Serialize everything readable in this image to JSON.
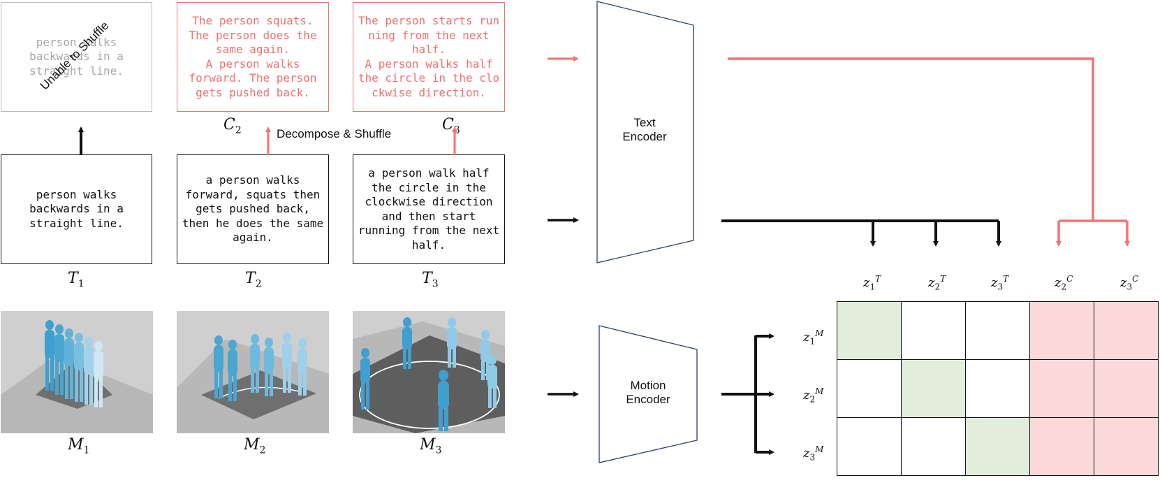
{
  "text_inputs": [
    {
      "label": "T",
      "sub": "1",
      "text": "person walks\nbackwards in a\nstraight line."
    },
    {
      "label": "T",
      "sub": "2",
      "text": "a person walks\nforward, squats then\ngets pushed back,\nthen he does the same\nagain."
    },
    {
      "label": "T",
      "sub": "3",
      "text": "a person walk half\nthe circle in the\nclockwise direction\nand then start\nrunning from the next\nhalf."
    }
  ],
  "unshuffled": {
    "text": "person walks\nbackwards in a\nstraight line.",
    "stamp": "Unable to Shuffle"
  },
  "shuffled": [
    {
      "label": "C",
      "sub": "2",
      "text": "The person squats.\nThe person does the\nsame again.\nA person walks\nforward. The person\ngets pushed back."
    },
    {
      "label": "C",
      "sub": "3",
      "text": "The person starts run\nning from the next\nhalf.\nA person walks half\nthe circle in the clo\nckwise direction."
    }
  ],
  "operation_label": "Decompose & Shuffle",
  "motions": [
    {
      "label": "M",
      "sub": "1"
    },
    {
      "label": "M",
      "sub": "2"
    },
    {
      "label": "M",
      "sub": "3"
    }
  ],
  "encoders": {
    "text": "Text\nEncoder",
    "motion": "Motion\nEncoder"
  },
  "matrix": {
    "columns": [
      {
        "sub": "1",
        "sup": "T"
      },
      {
        "sub": "2",
        "sup": "T"
      },
      {
        "sub": "3",
        "sup": "T"
      },
      {
        "sub": "2",
        "sup": "C"
      },
      {
        "sub": "3",
        "sup": "C"
      }
    ],
    "rows": [
      {
        "sub": "1",
        "sup": "M"
      },
      {
        "sub": "2",
        "sup": "M"
      },
      {
        "sub": "3",
        "sup": "M"
      }
    ],
    "cells": [
      [
        "positive",
        "neutral",
        "neutral",
        "negative",
        "negative"
      ],
      [
        "neutral",
        "positive",
        "neutral",
        "negative",
        "negative"
      ],
      [
        "neutral",
        "neutral",
        "positive",
        "negative",
        "negative"
      ]
    ]
  },
  "colors": {
    "accent": "#f47272",
    "ink": "#111111",
    "positive": "#e2eddb",
    "negative": "#fcd9d9",
    "neutral": "#ffffff",
    "figure": "#4aa6d0",
    "floor": "#8a8a8a"
  }
}
